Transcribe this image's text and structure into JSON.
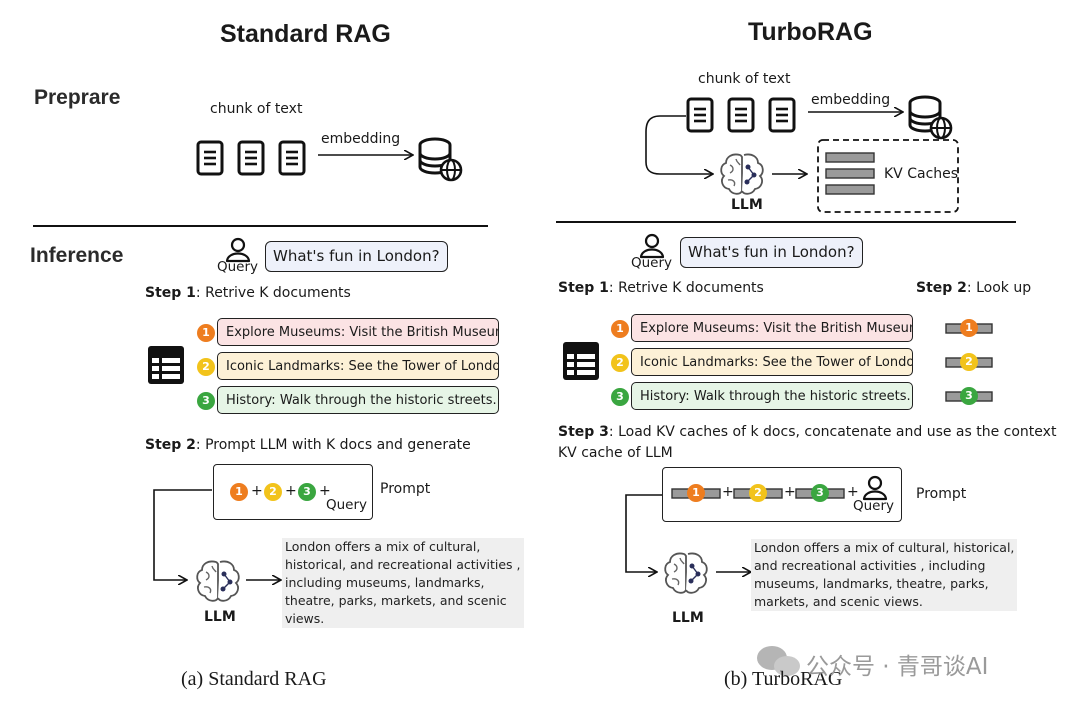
{
  "left": {
    "title": "Standard RAG",
    "prepare_label": "Preprare",
    "inference_label": "Inference",
    "chunk_label": "chunk of text",
    "embedding_label": "embedding",
    "query_label": "Query",
    "query_text": "What's fun in London?",
    "step1_bold": "Step 1",
    "step1_text": ": Retrive K documents",
    "docs": [
      {
        "num": "1",
        "text": "Explore Museums: Visit the British Museum..."
      },
      {
        "num": "2",
        "text": "Iconic Landmarks: See the Tower of London..."
      },
      {
        "num": "3",
        "text": "History: Walk through the historic streets..."
      }
    ],
    "step2_bold": "Step 2",
    "step2_text": ": Prompt LLM with K docs and generate",
    "plus": "+",
    "prompt_label": "Prompt",
    "llm_label": "LLM",
    "response_lines": [
      "London offers a mix of cultural,",
      "historical, and recreational activities ,",
      "including museums, landmarks,",
      "theatre, parks, markets, and scenic",
      "views."
    ],
    "caption": "(a) Standard RAG"
  },
  "right": {
    "title": "TurboRAG",
    "chunk_label": "chunk of text",
    "embedding_label": "embedding",
    "kv_caches_label": "KV Caches",
    "llm_label": "LLM",
    "query_label": "Query",
    "query_text": "What's fun in London?",
    "step1_bold": "Step 1",
    "step1_text": ": Retrive K documents",
    "step2_bold": "Step 2",
    "step2_text": ": Look up",
    "docs": [
      {
        "num": "1",
        "text": "Explore Museums: Visit the British Museum..."
      },
      {
        "num": "2",
        "text": "Iconic Landmarks: See the Tower of London..."
      },
      {
        "num": "3",
        "text": "History: Walk through the historic streets..."
      }
    ],
    "step3_bold": "Step 3",
    "step3_line1": ": Load KV caches of k docs, concatenate and use as the context",
    "step3_line2": "KV cache of LLM",
    "plus": "+",
    "prompt_label": "Prompt",
    "llm_label2": "LLM",
    "response_lines": [
      "London offers a mix of cultural, historical,",
      "and recreational activities , including",
      "museums, landmarks, theatre, parks,",
      "markets, and scenic views."
    ],
    "caption": "(b) TurboRAG"
  },
  "watermark": "公众号 · 青哥谈AI",
  "colors": {
    "num1": "#ee7d1f",
    "num2": "#f2c31b",
    "num3": "#3aa640",
    "pink": "#fbe3e4",
    "yellow": "#fdf1d7",
    "green": "#e6f5e6",
    "query_bg": "#eef1fa"
  }
}
